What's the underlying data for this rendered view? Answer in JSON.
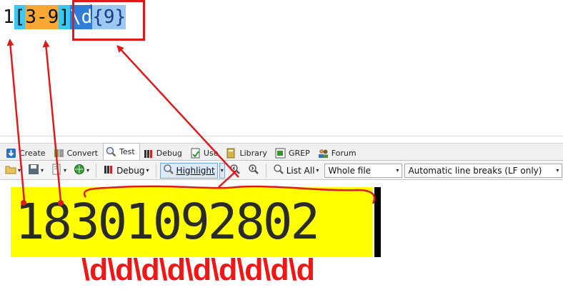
{
  "regex": {
    "tokens": [
      {
        "text": "1",
        "kind": "literal"
      },
      {
        "text": "[",
        "kind": "bracket"
      },
      {
        "text": "3-9",
        "kind": "range"
      },
      {
        "text": "]",
        "kind": "bracket"
      },
      {
        "text": "\\d",
        "kind": "class"
      },
      {
        "text": "{9}",
        "kind": "quant"
      }
    ]
  },
  "tabs": [
    {
      "label": "Create",
      "icon": "create-icon"
    },
    {
      "label": "Convert",
      "icon": "convert-icon"
    },
    {
      "label": "Test",
      "icon": "test-magnifier-icon",
      "active": true
    },
    {
      "label": "Debug",
      "icon": "debug-icon"
    },
    {
      "label": "Use",
      "icon": "use-icon"
    },
    {
      "label": "Library",
      "icon": "library-icon"
    },
    {
      "label": "GREP",
      "icon": "grep-icon"
    },
    {
      "label": "Forum",
      "icon": "forum-icon"
    }
  ],
  "toolbar": {
    "debug_label": "Debug",
    "highlight_label": "Highlight",
    "list_all_label": "List All",
    "scope_value": "Whole file",
    "line_breaks_value": "Automatic line breaks (LF only)"
  },
  "subject": {
    "text": "18301092802"
  },
  "annotation": {
    "digits_label": "\\d\\d\\d\\d\\d\\d\\d\\d\\d",
    "color": "#f11616"
  }
}
